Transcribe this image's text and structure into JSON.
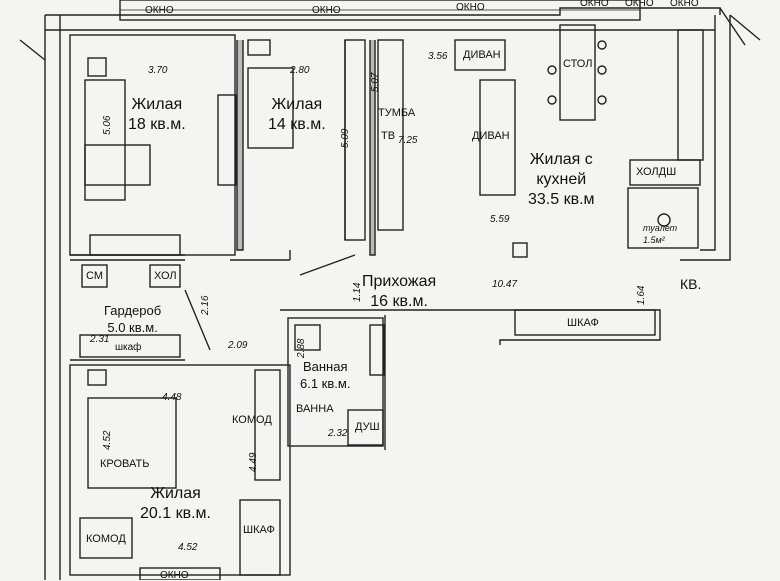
{
  "windows": {
    "w1": "ОКНО",
    "w2": "ОКНО",
    "w3": "ОКНО",
    "w4": "ОКНО",
    "w5": "ОКНО",
    "w6": "ОКНО",
    "w7": "ОКНО"
  },
  "rooms": {
    "living18": {
      "name": "Жилая",
      "area": "18 кв.м."
    },
    "living14": {
      "name": "Жилая",
      "area": "14 кв.м."
    },
    "living_kitchen": {
      "name": "Жилая с",
      "name2": "кухней",
      "area": "33.5 кв.м"
    },
    "hall": {
      "name": "Прихожая",
      "area": "16 кв.м."
    },
    "wardrobe": {
      "name": "Гардероб",
      "area": "5.0 кв.м."
    },
    "bath": {
      "name": "Ванная",
      "area": "6.1 кв.м."
    },
    "living20": {
      "name": "Жилая",
      "area": "20.1 кв.м."
    },
    "toilet": {
      "name": "туалет",
      "area": "1.5м²"
    }
  },
  "furniture": {
    "divan1": "ДИВАН",
    "divan2": "ДИВАН",
    "stol": "СТОЛ",
    "tumba": "ТУМБА",
    "tv": "ТВ",
    "holdsh": "ХОЛДШ",
    "shkaf_hall": "ШКАФ",
    "sm": "СМ",
    "hol": "ХОЛ",
    "shkaf_ward": "шкаф",
    "komod1": "КОМОД",
    "komod2": "КОМОД",
    "vanna": "ВАННА",
    "dush": "ДУШ",
    "krovat": "КРОВАТЬ",
    "shkaf_bed": "ШКАФ"
  },
  "labels": {
    "kv": "КВ."
  },
  "dims": {
    "d370": "3.70",
    "d280": "2.80",
    "d356": "3.56",
    "d506": "5.06",
    "d509": "5.09",
    "d507": "5.07",
    "d725": "7.25",
    "d559": "5.59",
    "d1047": "10.47",
    "d216": "2.16",
    "d114": "1.14",
    "d164": "1.64",
    "d231": "2.31",
    "d209": "2.09",
    "d288": "2.88",
    "d448": "4.48",
    "d452v": "4.52",
    "d449": "4.49",
    "d232": "2.32",
    "d452": "4.52"
  }
}
